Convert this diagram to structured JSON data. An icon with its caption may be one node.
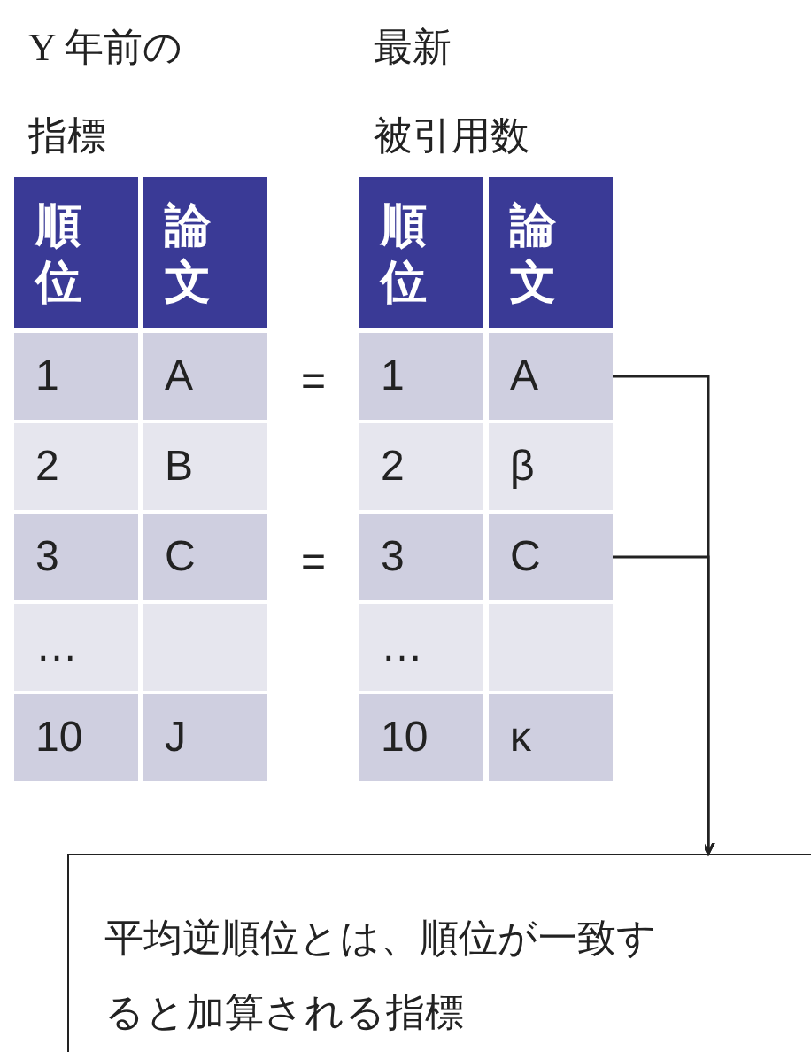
{
  "diagram": {
    "nodes": [
      {
        "text": [
          "A"
        ]
      },
      {
        "text": [
          "C"
        ]
      },
      {
        "text": [
          "平均逆順位とは、順位が一致すると加算される指標"
        ]
      }
    ],
    "edges": [
      {
        "from": 0,
        "to": 2,
        "arrow": "to"
      },
      {
        "from": 1,
        "to": 2,
        "arrow": "to"
      }
    ],
    "labels": [
      "Y 年前の",
      "最新",
      "指標",
      "被引用数",
      "順位",
      "論文",
      "順位",
      "論文",
      "1",
      "A",
      "=",
      "1",
      "2",
      "B",
      "2",
      "β",
      "3",
      "C",
      "=",
      "3",
      "…",
      "…",
      "10",
      "J",
      "10",
      "κ"
    ]
  }
}
